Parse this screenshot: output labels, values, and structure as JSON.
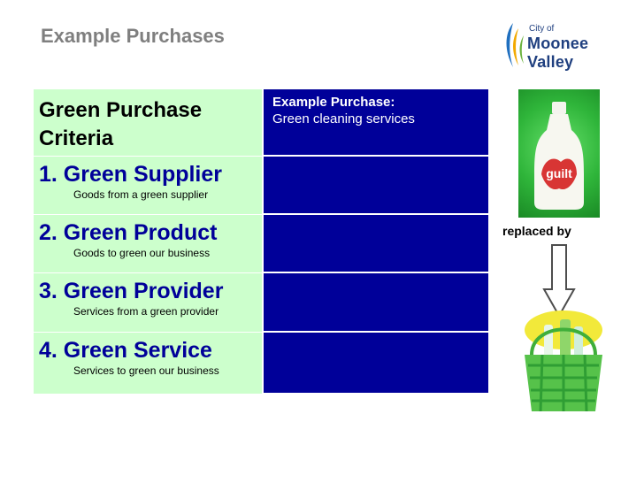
{
  "title": "Example Purchases",
  "logo": {
    "small": "City of",
    "big": "Moonee Valley"
  },
  "table": {
    "header_left": "Green Purchase Criteria",
    "header_right_title": "Example Purchase:",
    "header_right_text": "Green cleaning services",
    "rows": [
      {
        "title": "1. Green Supplier",
        "sub": "Goods from a green supplier"
      },
      {
        "title": "2. Green Product",
        "sub": "Goods to green our business"
      },
      {
        "title": "3. Green Provider",
        "sub": "Services from a green provider"
      },
      {
        "title": "4. Green Service",
        "sub": "Services to green our  business"
      }
    ]
  },
  "side": {
    "replaced_label": "replaced by",
    "bottle_label": "guilt"
  },
  "colors": {
    "table_left": "#ccffcc",
    "table_right": "#000099",
    "row_title": "#000099",
    "title_gray": "#7f7f7f"
  }
}
